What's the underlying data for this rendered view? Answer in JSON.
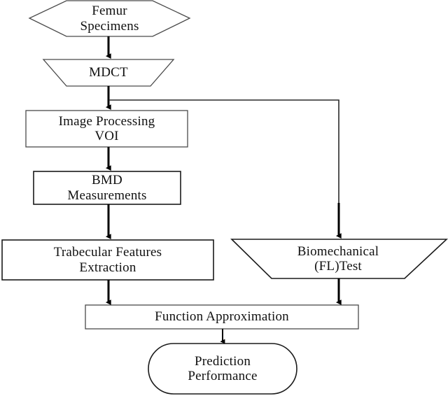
{
  "diagram": {
    "title": "Femur BMD and Biomechanical Prediction Flowchart",
    "background_color": "#ffffff",
    "line_color": "#000000",
    "text_color": "#111111",
    "nodes": [
      {
        "id": "femur_specimens",
        "label": "Femur\nSpecimens",
        "shape": "hexagon"
      },
      {
        "id": "mdct",
        "label": "MDCT",
        "shape": "trapezoid"
      },
      {
        "id": "image_processing",
        "label": "Image Processing\nVOI",
        "shape": "rectangle"
      },
      {
        "id": "bmd",
        "label": "BMD\nMeasurements",
        "shape": "rectangle"
      },
      {
        "id": "trabecular",
        "label": "Trabecular Features\nExtraction",
        "shape": "rectangle"
      },
      {
        "id": "biomechanical",
        "label": "Biomechanical\n(FL)Test",
        "shape": "trapezoid"
      },
      {
        "id": "function_approx",
        "label": "Function Approximation",
        "shape": "rectangle"
      },
      {
        "id": "prediction",
        "label": "Prediction\nPerformance",
        "shape": "stadium"
      }
    ],
    "edges": [
      {
        "from": "femur_specimens",
        "to": "mdct"
      },
      {
        "from": "mdct",
        "to": "image_processing"
      },
      {
        "from": "mdct",
        "to": "biomechanical"
      },
      {
        "from": "image_processing",
        "to": "bmd"
      },
      {
        "from": "bmd",
        "to": "trabecular"
      },
      {
        "from": "trabecular",
        "to": "function_approx"
      },
      {
        "from": "biomechanical",
        "to": "function_approx"
      },
      {
        "from": "function_approx",
        "to": "prediction"
      }
    ]
  }
}
